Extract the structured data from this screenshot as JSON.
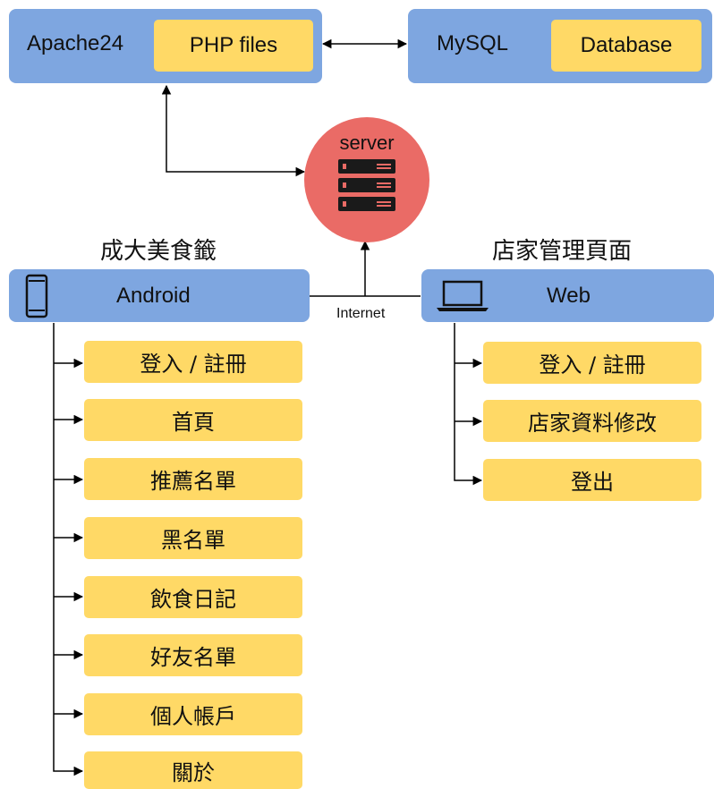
{
  "top": {
    "apache_label": "Apache24",
    "php_label": "PHP files",
    "mysql_label": "MySQL",
    "database_label": "Database"
  },
  "server": {
    "label": "server"
  },
  "internet_label": "Internet",
  "android": {
    "title": "成大美食籤",
    "label": "Android",
    "items": [
      "登入 / 註冊",
      "首頁",
      "推薦名單",
      "黑名單",
      "飲食日記",
      "好友名單",
      "個人帳戶",
      "關於"
    ]
  },
  "web": {
    "title": "店家管理頁面",
    "label": "Web",
    "items": [
      "登入 / 註冊",
      "店家資料修改",
      "登出"
    ]
  },
  "colors": {
    "blue": "#7ea6e0",
    "yellow": "#ffd966",
    "server_red": "#ea6b66",
    "line": "#000000"
  },
  "icons": [
    "server-icon",
    "smartphone-icon",
    "laptop-icon"
  ]
}
